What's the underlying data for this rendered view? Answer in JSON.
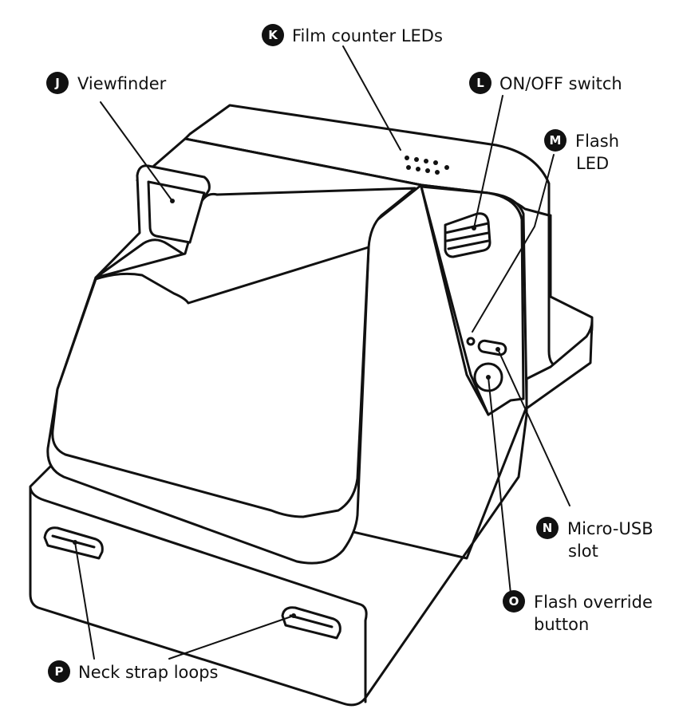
{
  "callouts": [
    {
      "id": "J",
      "lines": [
        "Viewfinder"
      ]
    },
    {
      "id": "K",
      "lines": [
        "Film counter LEDs"
      ]
    },
    {
      "id": "L",
      "lines": [
        "ON/OFF switch"
      ]
    },
    {
      "id": "M",
      "lines": [
        "Flash",
        "LED"
      ]
    },
    {
      "id": "N",
      "lines": [
        "Micro-USB",
        "slot"
      ]
    },
    {
      "id": "O",
      "lines": [
        "Flash override",
        "button"
      ]
    },
    {
      "id": "P",
      "lines": [
        "Neck strap loops"
      ]
    }
  ],
  "colors": {
    "ink": "#111111",
    "background": "#ffffff"
  }
}
